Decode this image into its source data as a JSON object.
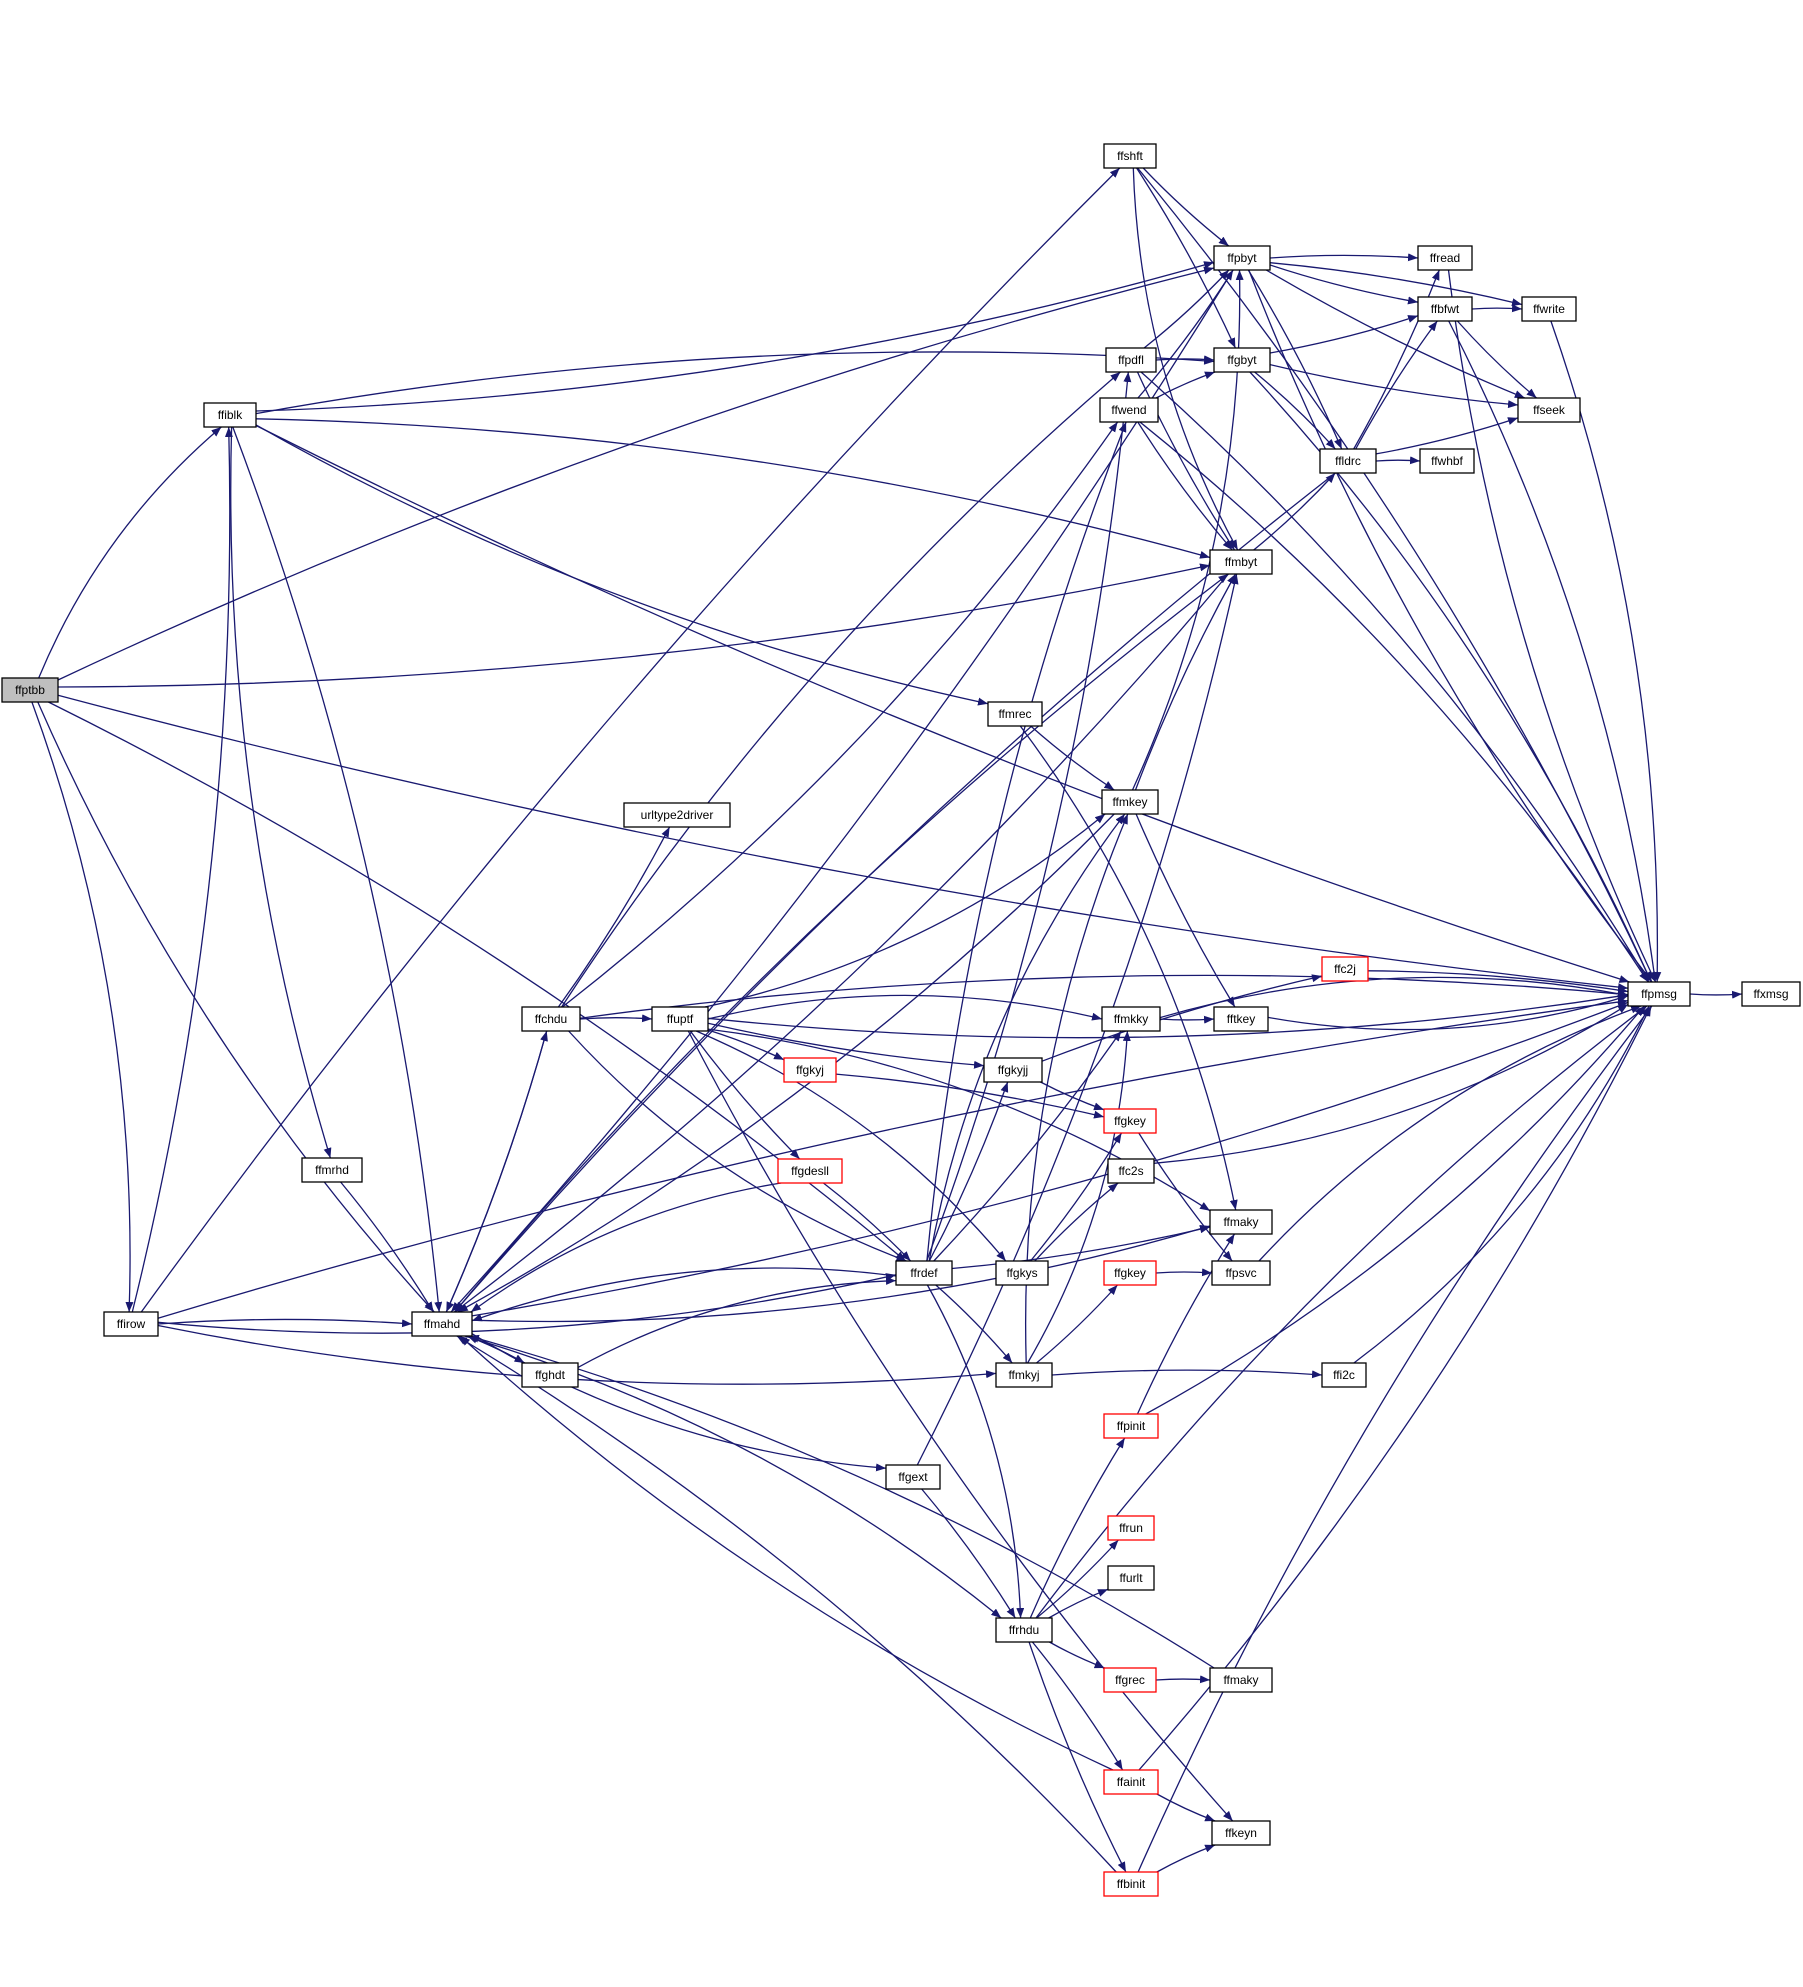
{
  "colors": {
    "edge": "#191970",
    "node_border": "#000000",
    "node_border_external": "#ff0000",
    "node_fill": "#ffffff",
    "root_fill": "#bfbfbf",
    "text": "#000000"
  },
  "nodes": [
    {
      "id": "ffptbb",
      "label": "ffptbb",
      "root": true
    },
    {
      "id": "ffiblk",
      "label": "ffiblk"
    },
    {
      "id": "ffirow",
      "label": "ffirow"
    },
    {
      "id": "ffmrhd",
      "label": "ffmrhd"
    },
    {
      "id": "ffmahd",
      "label": "ffmahd"
    },
    {
      "id": "ffghdt",
      "label": "ffghdt"
    },
    {
      "id": "ffchdu",
      "label": "ffchdu"
    },
    {
      "id": "urltype2driver",
      "label": "urltype2driver"
    },
    {
      "id": "ffuptf",
      "label": "ffuptf"
    },
    {
      "id": "ffgkyj_r",
      "label": "ffgkyj",
      "external": true
    },
    {
      "id": "ffgdesll",
      "label": "ffgdesll",
      "external": true
    },
    {
      "id": "ffrdef",
      "label": "ffrdef"
    },
    {
      "id": "ffgext",
      "label": "ffgext"
    },
    {
      "id": "ffrhdu",
      "label": "ffrhdu"
    },
    {
      "id": "ffmrec",
      "label": "ffmrec"
    },
    {
      "id": "ffmkey",
      "label": "ffmkey"
    },
    {
      "id": "ffgkyjj",
      "label": "ffgkyjj"
    },
    {
      "id": "ffgkys",
      "label": "ffgkys"
    },
    {
      "id": "ffmkyj",
      "label": "ffmkyj"
    },
    {
      "id": "ffshft",
      "label": "ffshft"
    },
    {
      "id": "ffpdfl",
      "label": "ffpdfl"
    },
    {
      "id": "ffwend",
      "label": "ffwend"
    },
    {
      "id": "ffmkky",
      "label": "ffmkky"
    },
    {
      "id": "ffgkey1",
      "label": "ffgkey",
      "external": true
    },
    {
      "id": "ffc2s",
      "label": "ffc2s"
    },
    {
      "id": "ffgkey2",
      "label": "ffgkey",
      "external": true
    },
    {
      "id": "ffpinit",
      "label": "ffpinit",
      "external": true
    },
    {
      "id": "ffrun",
      "label": "ffrun",
      "external": true
    },
    {
      "id": "ffurlt",
      "label": "ffurlt"
    },
    {
      "id": "ffgrec",
      "label": "ffgrec",
      "external": true
    },
    {
      "id": "ffainit",
      "label": "ffainit",
      "external": true
    },
    {
      "id": "ffbinit",
      "label": "ffbinit",
      "external": true
    },
    {
      "id": "ffpbyt",
      "label": "ffpbyt"
    },
    {
      "id": "ffgbyt",
      "label": "ffgbyt"
    },
    {
      "id": "ffmbyt",
      "label": "ffmbyt"
    },
    {
      "id": "ffc2j",
      "label": "ffc2j",
      "external": true
    },
    {
      "id": "fftkey",
      "label": "fftkey"
    },
    {
      "id": "ffmaky1",
      "label": "ffmaky"
    },
    {
      "id": "ffpsvc",
      "label": "ffpsvc"
    },
    {
      "id": "ffi2c",
      "label": "ffi2c"
    },
    {
      "id": "ffmaky2",
      "label": "ffmaky"
    },
    {
      "id": "ffkeyn",
      "label": "ffkeyn"
    },
    {
      "id": "ffread",
      "label": "ffread"
    },
    {
      "id": "ffbfwt",
      "label": "ffbfwt"
    },
    {
      "id": "ffwrite",
      "label": "ffwrite"
    },
    {
      "id": "ffseek",
      "label": "ffseek"
    },
    {
      "id": "ffldrc",
      "label": "ffldrc"
    },
    {
      "id": "ffwhbf",
      "label": "ffwhbf"
    },
    {
      "id": "ffpmsg",
      "label": "ffpmsg"
    },
    {
      "id": "ffxmsg",
      "label": "ffxmsg"
    }
  ],
  "edges": [
    [
      "ffptbb",
      "ffirow"
    ],
    [
      "ffptbb",
      "ffmahd"
    ],
    [
      "ffptbb",
      "ffrdef"
    ],
    [
      "ffptbb",
      "ffpmsg"
    ],
    [
      "ffptbb",
      "ffpbyt"
    ],
    [
      "ffptbb",
      "ffmbyt"
    ],
    [
      "ffptbb",
      "ffiblk"
    ],
    [
      "ffirow",
      "ffiblk"
    ],
    [
      "ffirow",
      "ffmahd"
    ],
    [
      "ffirow",
      "ffrdef"
    ],
    [
      "ffirow",
      "ffpmsg"
    ],
    [
      "ffirow",
      "ffmkyj"
    ],
    [
      "ffirow",
      "ffshft"
    ],
    [
      "ffiblk",
      "ffmrhd"
    ],
    [
      "ffiblk",
      "ffmahd"
    ],
    [
      "ffiblk",
      "ffmrec"
    ],
    [
      "ffiblk",
      "ffmbyt"
    ],
    [
      "ffiblk",
      "ffpbyt"
    ],
    [
      "ffiblk",
      "ffgbyt"
    ],
    [
      "ffiblk",
      "ffpmsg"
    ],
    [
      "ffmrhd",
      "ffmahd"
    ],
    [
      "ffmahd",
      "ffchdu"
    ],
    [
      "ffmahd",
      "ffghdt"
    ],
    [
      "ffmahd",
      "ffgext"
    ],
    [
      "ffmahd",
      "ffrhdu"
    ],
    [
      "ffmahd",
      "ffpmsg"
    ],
    [
      "ffmahd",
      "ffmbyt"
    ],
    [
      "ffmahd",
      "ffmaky1"
    ],
    [
      "ffghdt",
      "ffrdef"
    ],
    [
      "ffghdt",
      "ffmahd"
    ],
    [
      "ffchdu",
      "ffmahd"
    ],
    [
      "ffchdu",
      "urltype2driver"
    ],
    [
      "ffchdu",
      "ffuptf"
    ],
    [
      "ffchdu",
      "ffrdef"
    ],
    [
      "ffchdu",
      "ffpdfl"
    ],
    [
      "ffchdu",
      "ffwend"
    ],
    [
      "ffchdu",
      "ffpmsg"
    ],
    [
      "ffuptf",
      "ffmkey"
    ],
    [
      "ffuptf",
      "ffmkky"
    ],
    [
      "ffuptf",
      "ffgkyjj"
    ],
    [
      "ffuptf",
      "ffgkyj_r"
    ],
    [
      "ffuptf",
      "ffgdesll"
    ],
    [
      "ffuptf",
      "ffgkys"
    ],
    [
      "ffuptf",
      "ffkeyn"
    ],
    [
      "ffuptf",
      "ffmaky1"
    ],
    [
      "ffuptf",
      "ffpmsg"
    ],
    [
      "ffgkyj_r",
      "ffgkey1"
    ],
    [
      "ffgdesll",
      "ffmahd"
    ],
    [
      "ffgdesll",
      "ffrdef"
    ],
    [
      "ffrdef",
      "ffmahd"
    ],
    [
      "ffrdef",
      "ffmkyj"
    ],
    [
      "ffrdef",
      "ffgkyjj"
    ],
    [
      "ffrdef",
      "ffmkey"
    ],
    [
      "ffrdef",
      "ffmkky"
    ],
    [
      "ffrdef",
      "ffrhdu"
    ],
    [
      "ffrdef",
      "ffmaky1"
    ],
    [
      "ffrdef",
      "ffwend"
    ],
    [
      "ffrdef",
      "ffpdfl"
    ],
    [
      "ffgext",
      "ffrhdu"
    ],
    [
      "ffgext",
      "ffmbyt"
    ],
    [
      "ffrhdu",
      "ffpinit"
    ],
    [
      "ffrhdu",
      "ffrun"
    ],
    [
      "ffrhdu",
      "ffurlt"
    ],
    [
      "ffrhdu",
      "ffgrec"
    ],
    [
      "ffrhdu",
      "ffainit"
    ],
    [
      "ffrhdu",
      "ffbinit"
    ],
    [
      "ffrhdu",
      "ffpmsg"
    ],
    [
      "ffmrec",
      "ffmkey"
    ],
    [
      "ffmrec",
      "ffmaky1"
    ],
    [
      "ffmkey",
      "ffpbyt"
    ],
    [
      "ffmkey",
      "ffmbyt"
    ],
    [
      "ffmkey",
      "fftkey"
    ],
    [
      "ffmkey",
      "ffmahd"
    ],
    [
      "ffgkyjj",
      "ffgkey1"
    ],
    [
      "ffgkyjj",
      "ffc2j"
    ],
    [
      "ffgkys",
      "ffgkey1"
    ],
    [
      "ffgkys",
      "ffc2s"
    ],
    [
      "ffmkyj",
      "ffgkey2"
    ],
    [
      "ffmkyj",
      "ffi2c"
    ],
    [
      "ffmkyj",
      "ffmkky"
    ],
    [
      "ffmkyj",
      "ffmkey"
    ],
    [
      "ffshft",
      "ffpbyt"
    ],
    [
      "ffshft",
      "ffgbyt"
    ],
    [
      "ffshft",
      "ffmbyt"
    ],
    [
      "ffshft",
      "ffpmsg"
    ],
    [
      "ffpdfl",
      "ffpbyt"
    ],
    [
      "ffpdfl",
      "ffgbyt"
    ],
    [
      "ffpdfl",
      "ffmbyt"
    ],
    [
      "ffpdfl",
      "ffpmsg"
    ],
    [
      "ffwend",
      "ffpbyt"
    ],
    [
      "ffwend",
      "ffgbyt"
    ],
    [
      "ffwend",
      "ffmbyt"
    ],
    [
      "ffwend",
      "ffpmsg"
    ],
    [
      "ffmkky",
      "fftkey"
    ],
    [
      "ffmkky",
      "ffpmsg"
    ],
    [
      "ffgkey1",
      "ffpsvc"
    ],
    [
      "ffgkey2",
      "ffpsvc"
    ],
    [
      "ffc2s",
      "ffpmsg"
    ],
    [
      "ffc2j",
      "ffpmsg"
    ],
    [
      "fftkey",
      "ffpmsg"
    ],
    [
      "ffpsvc",
      "ffpmsg"
    ],
    [
      "ffi2c",
      "ffpmsg"
    ],
    [
      "ffpinit",
      "ffmaky1"
    ],
    [
      "ffpinit",
      "ffpmsg"
    ],
    [
      "ffgrec",
      "ffmaky2"
    ],
    [
      "ffainit",
      "ffkeyn"
    ],
    [
      "ffainit",
      "ffmahd"
    ],
    [
      "ffainit",
      "ffpmsg"
    ],
    [
      "ffbinit",
      "ffkeyn"
    ],
    [
      "ffbinit",
      "ffmahd"
    ],
    [
      "ffbinit",
      "ffpmsg"
    ],
    [
      "ffmaky2",
      "ffmahd"
    ],
    [
      "ffpbyt",
      "ffread"
    ],
    [
      "ffpbyt",
      "ffbfwt"
    ],
    [
      "ffpbyt",
      "ffwrite"
    ],
    [
      "ffpbyt",
      "ffseek"
    ],
    [
      "ffpbyt",
      "ffldrc"
    ],
    [
      "ffpbyt",
      "ffpmsg"
    ],
    [
      "ffpbyt",
      "ffmahd"
    ],
    [
      "ffgbyt",
      "ffbfwt"
    ],
    [
      "ffgbyt",
      "ffldrc"
    ],
    [
      "ffgbyt",
      "ffseek"
    ],
    [
      "ffgbyt",
      "ffpmsg"
    ],
    [
      "ffmbyt",
      "ffldrc"
    ],
    [
      "ffmbyt",
      "ffmahd"
    ],
    [
      "ffldrc",
      "ffread"
    ],
    [
      "ffldrc",
      "ffbfwt"
    ],
    [
      "ffldrc",
      "ffseek"
    ],
    [
      "ffldrc",
      "ffwhbf"
    ],
    [
      "ffldrc",
      "ffmahd"
    ],
    [
      "ffbfwt",
      "ffwrite"
    ],
    [
      "ffbfwt",
      "ffseek"
    ],
    [
      "ffbfwt",
      "ffpmsg"
    ],
    [
      "ffread",
      "ffpmsg"
    ],
    [
      "ffwrite",
      "ffpmsg"
    ],
    [
      "ffpmsg",
      "ffxmsg"
    ]
  ]
}
